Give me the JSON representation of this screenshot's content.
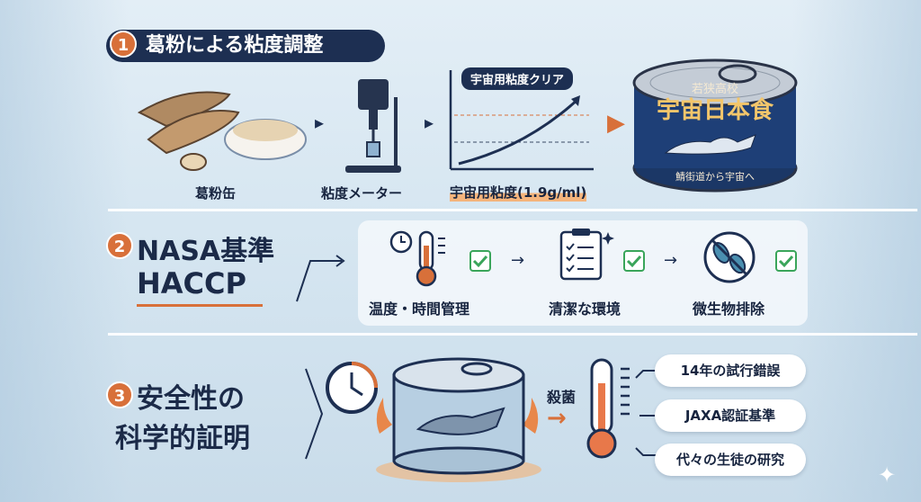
{
  "section1": {
    "number": "1",
    "title": "葛粉による粘度調整",
    "items": [
      {
        "label": "葛粉缶"
      },
      {
        "label": "粘度メーター"
      },
      {
        "label": "宇宙用粘度(1.9g/ml)"
      }
    ],
    "chart_badge": "宇宙用粘度クリア",
    "can": {
      "school": "若狭高校",
      "name": "宇宙日本食",
      "tagline": "鯖街道から宇宙へ"
    }
  },
  "section2": {
    "number": "2",
    "title_line1": "NASA基準",
    "title_line2": "HACCP",
    "steps": [
      {
        "label": "温度・時間管理"
      },
      {
        "label": "清潔な環境"
      },
      {
        "label": "微生物排除"
      }
    ]
  },
  "section3": {
    "number": "3",
    "title_line1": "安全性の",
    "title_line2": "科学的証明",
    "sterilize": "殺菌",
    "points": [
      "14年の試行錯誤",
      "JAXA認証基準",
      "代々の生徒の研究"
    ]
  },
  "colors": {
    "navy": "#1d2f52",
    "orange": "#d8703a",
    "check": "#3aa55a"
  }
}
